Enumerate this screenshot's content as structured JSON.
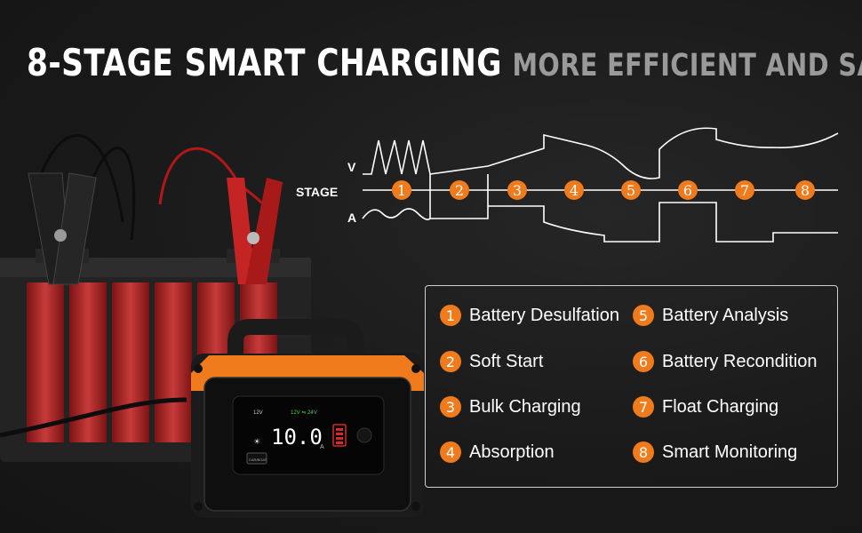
{
  "headline": {
    "main": "8-STAGE SMART CHARGING",
    "sub": "MORE EFFICIENT AND SAFER"
  },
  "diagram": {
    "v_label": "V",
    "stage_label": "STAGE",
    "a_label": "A",
    "stages": [
      "1",
      "2",
      "3",
      "4",
      "5",
      "6",
      "7",
      "8"
    ]
  },
  "charger": {
    "left_badge": "12V",
    "right_badge": "12V ⇋ 24V",
    "display_value": "10.0",
    "unit": "A",
    "mode_label": "CAR/BOAT"
  },
  "legend": {
    "items": [
      {
        "num": "1",
        "label": "Battery Desulfation"
      },
      {
        "num": "2",
        "label": "Soft Start"
      },
      {
        "num": "3",
        "label": "Bulk Charging"
      },
      {
        "num": "4",
        "label": "Absorption"
      },
      {
        "num": "5",
        "label": "Battery Analysis"
      },
      {
        "num": "6",
        "label": "Battery Recondition"
      },
      {
        "num": "7",
        "label": "Float Charging"
      },
      {
        "num": "8",
        "label": "Smart Monitoring"
      }
    ]
  },
  "colors": {
    "accent_orange": "#f07b1d",
    "battery_red": "#b62a2a",
    "background": "#1a1a1a"
  }
}
